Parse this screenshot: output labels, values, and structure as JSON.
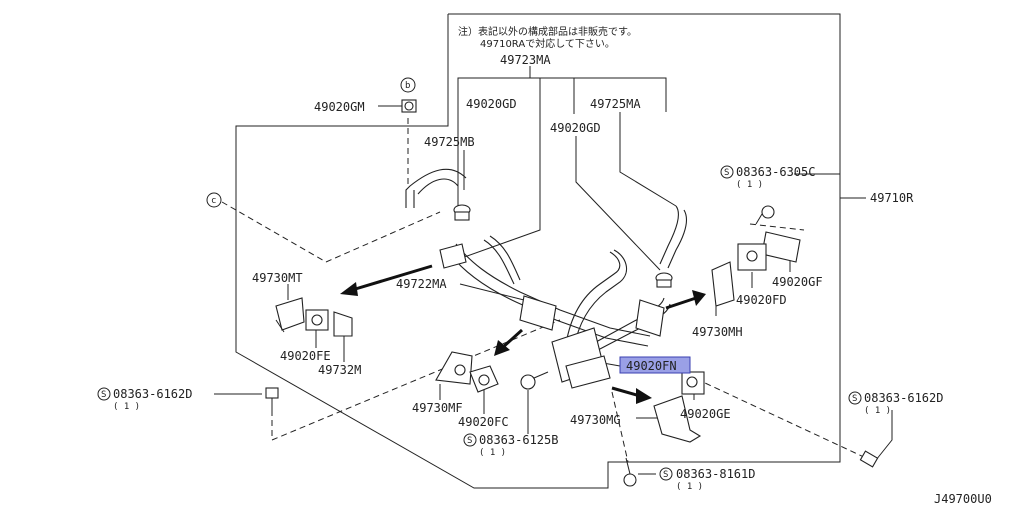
{
  "note": {
    "line1": "注）表記以外の構成部品は非販売です。",
    "line2": "49710RAで対応して下さい。"
  },
  "markers": {
    "b": "b",
    "c": "c",
    "s": "S"
  },
  "parts": {
    "p49723MA": "49723MA",
    "p49020GM": "49020GM",
    "p49020GD_1": "49020GD",
    "p49725MA": "49725MA",
    "p49020GD_2": "49020GD",
    "p49725MB": "49725MB",
    "p49710R": "49710R",
    "p49730MT": "49730MT",
    "p49722MA": "49722MA",
    "p49020FE": "49020FE",
    "p49732M": "49732M",
    "p49730MF": "49730MF",
    "p49020FC": "49020FC",
    "p49020FN": "49020FN",
    "p49730MG": "49730MG",
    "p49020GE": "49020GE",
    "p49730MH": "49730MH",
    "p49020FD": "49020FD",
    "p49020GF": "49020GF"
  },
  "bolts": {
    "b6305C": {
      "code": "08363-6305C",
      "qty": "( 1 )"
    },
    "b6162D_left": {
      "code": "08363-6162D",
      "qty": "( 1 )"
    },
    "b6162D_right": {
      "code": "08363-6162D",
      "qty": "( 1 )"
    },
    "b6125B": {
      "code": "08363-6125B",
      "qty": "( 1 )"
    },
    "b8161D": {
      "code": "08363-8161D",
      "qty": "( 1 )"
    }
  },
  "diagram_id": "J49700U0",
  "highlight_color": "#9aa0e6"
}
